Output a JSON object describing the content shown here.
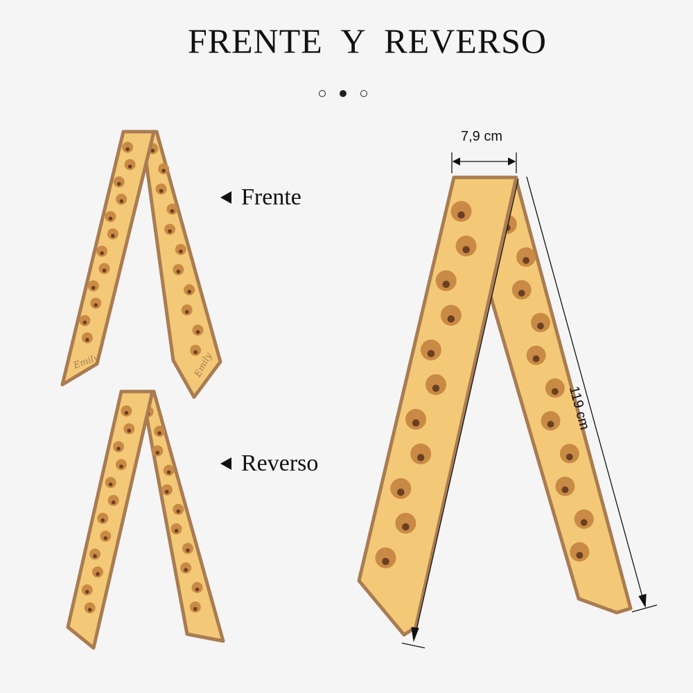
{
  "title": "FRENTE Y REVERSO",
  "carousel": {
    "count": 3,
    "active_index": 1
  },
  "labels": {
    "front": "Frente",
    "back": "Reverso"
  },
  "scarf_name": "Emily",
  "dimensions": {
    "width": "7,9 cm",
    "length": "119 cm"
  },
  "colors": {
    "background": "#f5f5f5",
    "scarf": "#f3c977",
    "border": "#a97c52",
    "face": "#c98a45"
  }
}
